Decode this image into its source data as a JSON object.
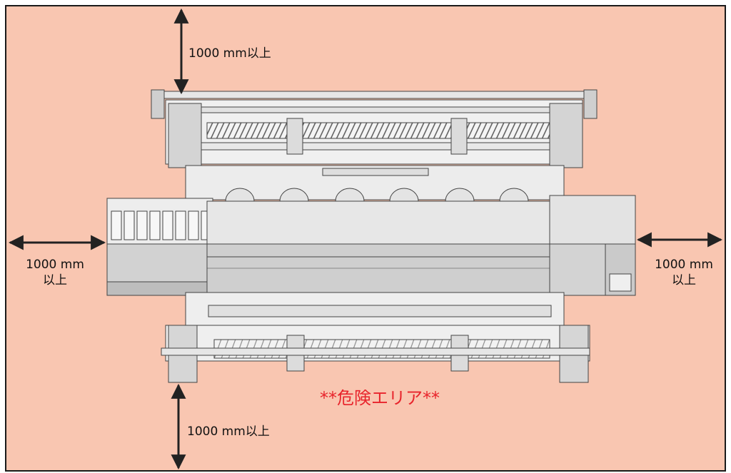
{
  "colors": {
    "danger_area_fill": "#f9c6b1",
    "border": "#1a1a1a",
    "arrow": "#222222",
    "warning_text": "#e8242c",
    "printer_body": "#d9d9d9"
  },
  "clearance": {
    "top": "1000 mm以上",
    "bottom": "1000 mm以上",
    "left_line1": "1000 mm",
    "left_line2": "以上",
    "right_line1": "1000 mm",
    "right_line2": "以上"
  },
  "danger_label": "**危険エリア**"
}
